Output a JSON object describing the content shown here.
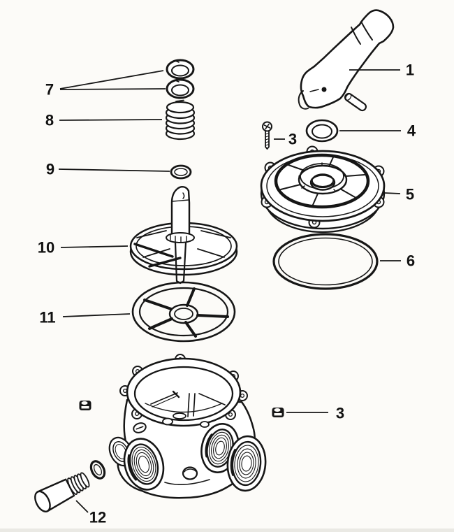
{
  "diagram": {
    "colors": {
      "ink": "#161616",
      "paper": "#fcfbf8",
      "label_text": "#111111"
    },
    "callouts": [
      {
        "label": "7"
      },
      {
        "label": "8"
      },
      {
        "label": "9"
      },
      {
        "label": "10"
      },
      {
        "label": "11"
      },
      {
        "label": "1"
      },
      {
        "label": "3"
      },
      {
        "label": "4"
      },
      {
        "label": "5"
      },
      {
        "label": "6"
      },
      {
        "label": "3"
      },
      {
        "label": "12"
      }
    ]
  }
}
